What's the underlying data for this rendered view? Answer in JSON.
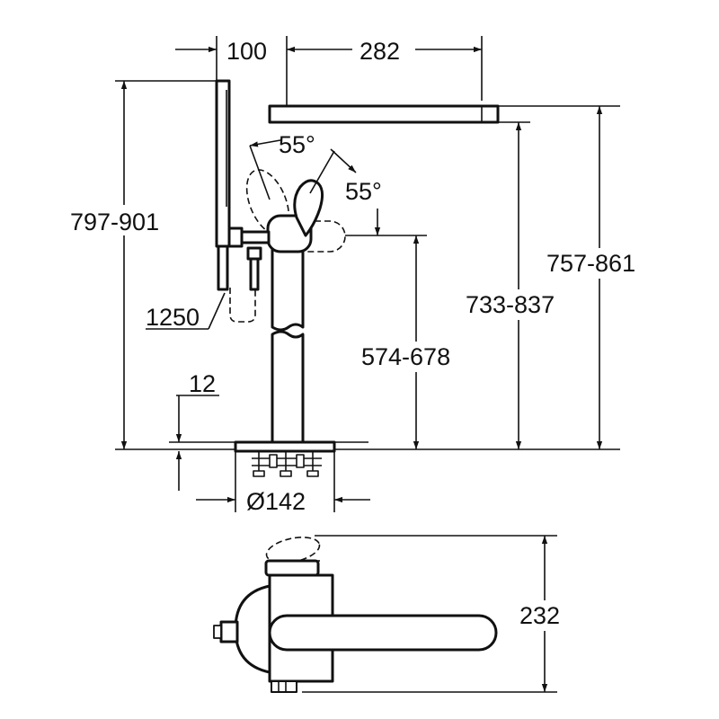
{
  "dimensions": {
    "handshower_offset": "100",
    "spout_projection": "282",
    "rotation_angle_upper": "55°",
    "rotation_angle_lower": "55°",
    "overall_height": "797-901",
    "spout_top_height": "757-861",
    "spout_outlet_height": "733-837",
    "lever_height": "574-678",
    "hose_length": "1250",
    "base_thickness": "12",
    "base_diameter": "Ø142",
    "plan_depth": "232"
  },
  "colors": {
    "line": "#111111",
    "background": "#ffffff"
  }
}
